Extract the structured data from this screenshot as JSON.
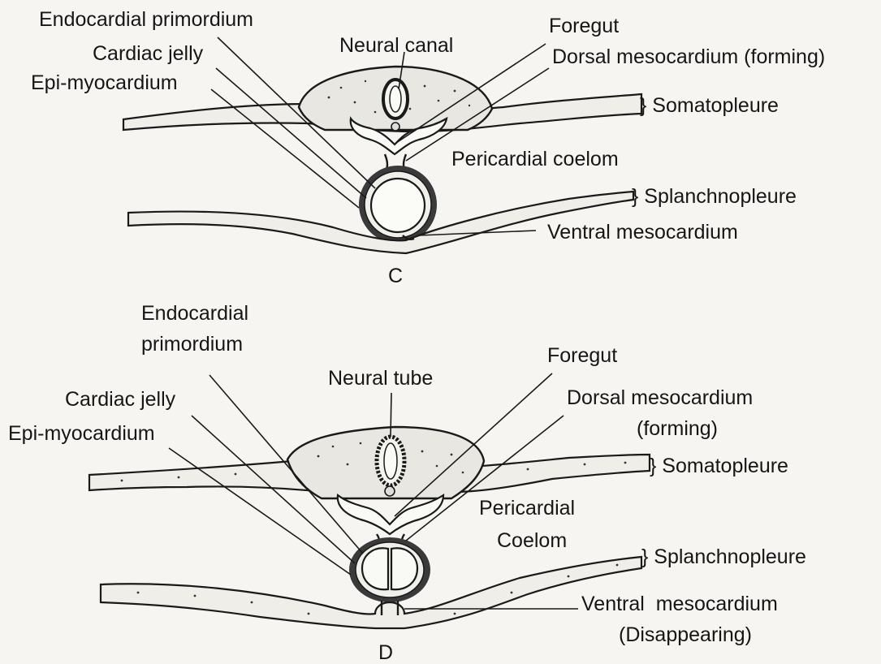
{
  "panels": [
    {
      "id": "C",
      "letter": "C",
      "labels": {
        "endocardial_primordium": "Endocardial primordium",
        "neural_canal": "Neural canal",
        "foregut": "Foregut",
        "cardiac_jelly": "Cardiac jelly",
        "dorsal_mesocardium": "Dorsal mesocardium (forming)",
        "epi_myocardium": "Epi-myocardium",
        "somatopleure": "} Somatopleure",
        "pericardial_coelom": "Pericardial coelom",
        "splanchnopleure": "} Splanchnopleure",
        "ventral_mesocardium": "Ventral mesocardium"
      }
    },
    {
      "id": "D",
      "letter": "D",
      "labels": {
        "endocardial_primordium_1": "Endocardial",
        "endocardial_primordium_2": "primordium",
        "foregut": "Foregut",
        "neural_tube": "Neural tube",
        "cardiac_jelly": "Cardiac jelly",
        "dorsal_mesocardium_1": "Dorsal mesocardium",
        "dorsal_mesocardium_2": "(forming)",
        "epi_myocardium": "Epi-myocardium",
        "somatopleure": "} Somatopleure",
        "pericardial_coelom_1": "Pericardial",
        "pericardial_coelom_2": "Coelom",
        "splanchnopleure": "} Splanchnopleure",
        "ventral_mesocardium_1": "Ventral  mesocardium",
        "ventral_mesocardium_2": "(Disappearing)"
      }
    }
  ]
}
